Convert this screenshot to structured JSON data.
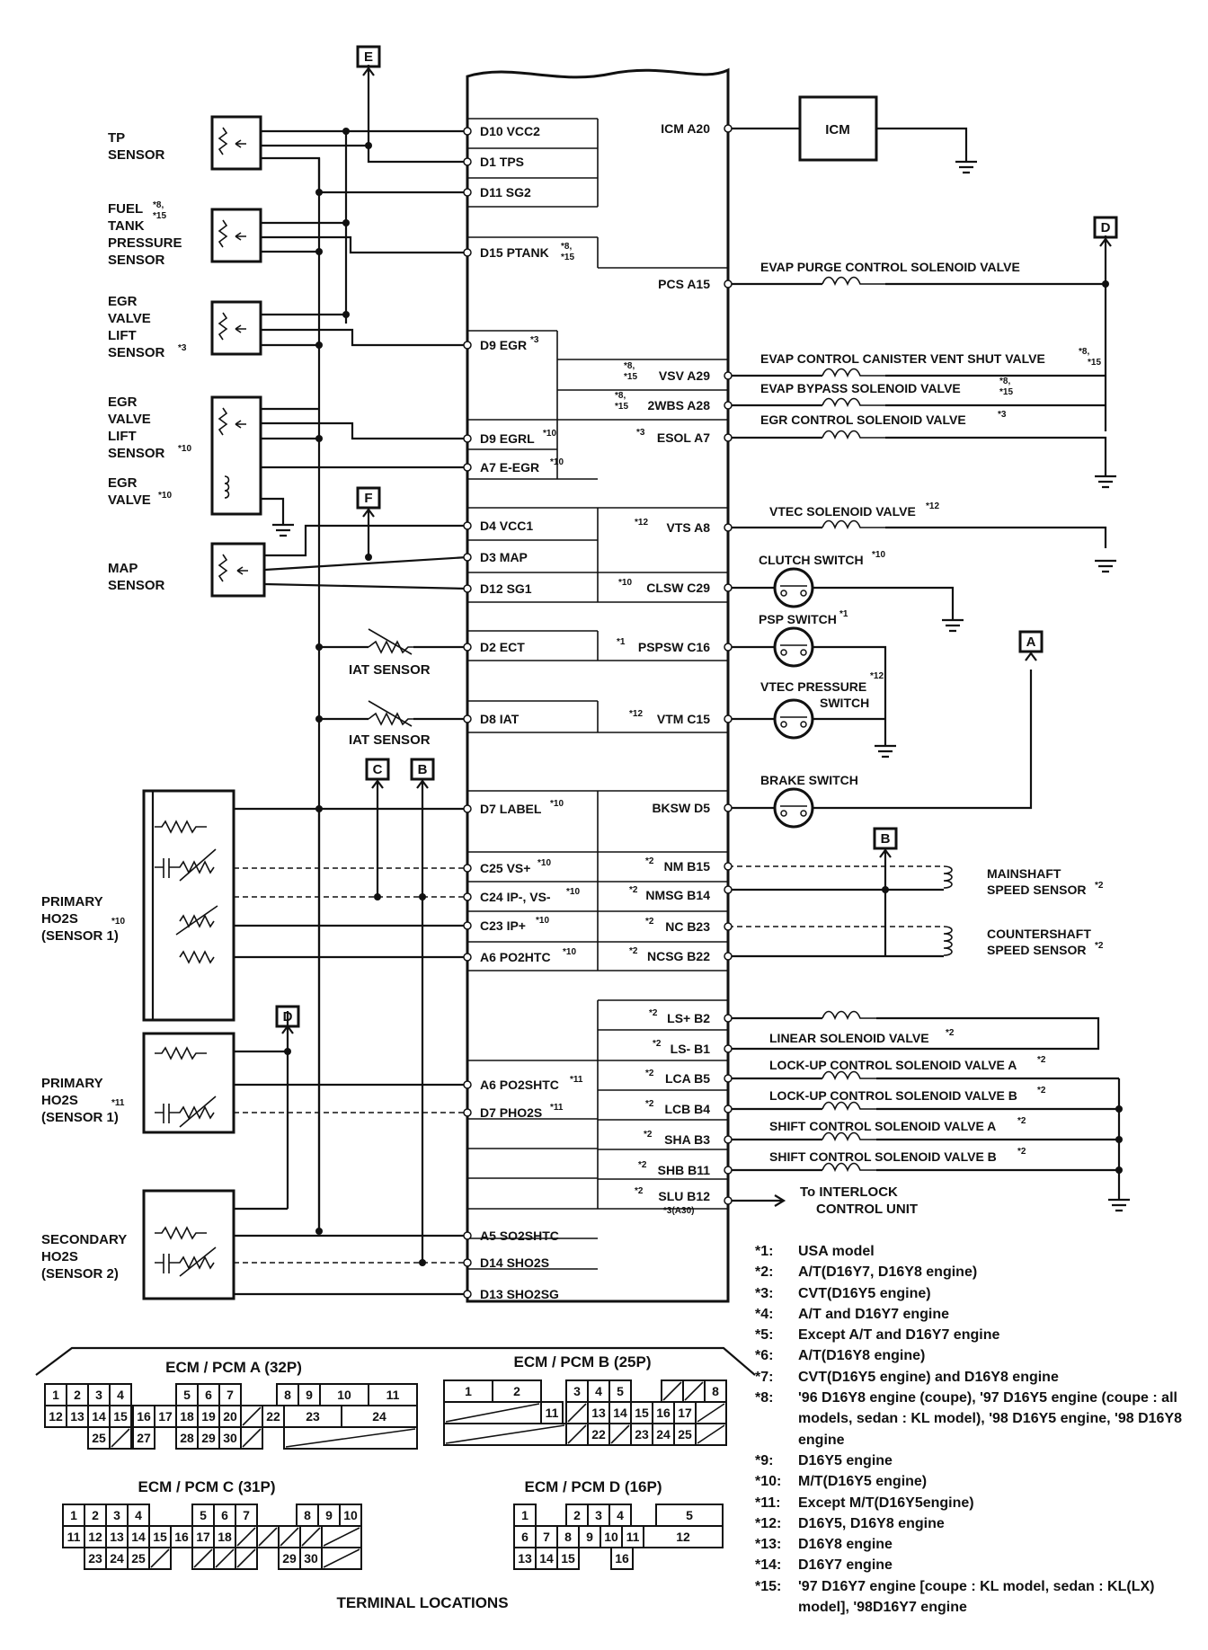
{
  "components": {
    "tp_sensor": [
      "TP",
      "SENSOR"
    ],
    "fuel_tank_sensor": [
      "FUEL",
      "TANK",
      "PRESSURE",
      "SENSOR"
    ],
    "fuel_tank_sensor_note": "*8,",
    "fuel_tank_sensor_note2": "*15",
    "egr_lift_sensor_3": [
      "EGR",
      "VALVE",
      "LIFT",
      "SENSOR"
    ],
    "egr_lift_sensor_3_note": "*3",
    "egr_lift_sensor_10": [
      "EGR",
      "VALVE",
      "LIFT",
      "SENSOR"
    ],
    "egr_lift_sensor_10_note": "*10",
    "egr_valve": [
      "EGR",
      "VALVE"
    ],
    "egr_valve_note": "*10",
    "map_sensor": [
      "MAP",
      "SENSOR"
    ],
    "iat_sensor_1": "IAT SENSOR",
    "iat_sensor_2": "IAT SENSOR",
    "primary_ho2s_10": [
      "PRIMARY",
      "HO2S",
      "(SENSOR 1)"
    ],
    "primary_ho2s_10_note": "*10",
    "primary_ho2s_11": [
      "PRIMARY",
      "HO2S",
      "(SENSOR 1)"
    ],
    "primary_ho2s_11_note": "*11",
    "secondary_ho2s": [
      "SECONDARY",
      "HO2S",
      "(SENSOR 2)"
    ],
    "icm": "ICM",
    "interlock": [
      "To INTERLOCK",
      "CONTROL UNIT"
    ]
  },
  "refs": {
    "E": "E",
    "F": "F",
    "D": "D",
    "A": "A",
    "B": "B",
    "C": "C"
  },
  "left_pins": [
    {
      "label": "D10 VCC2",
      "note": ""
    },
    {
      "label": "D1 TPS",
      "note": ""
    },
    {
      "label": "D11 SG2",
      "note": ""
    },
    {
      "label": "D15 PTANK",
      "note": "*8,",
      "note2": "*15"
    },
    {
      "label": "D9 EGR",
      "note": "*3"
    },
    {
      "label": "D9 EGRL",
      "note": "*10"
    },
    {
      "label": "A7 E-EGR",
      "note": "*10"
    },
    {
      "label": "D4 VCC1",
      "note": ""
    },
    {
      "label": "D3 MAP",
      "note": ""
    },
    {
      "label": "D12 SG1",
      "note": ""
    },
    {
      "label": "D2 ECT",
      "note": ""
    },
    {
      "label": "D8 IAT",
      "note": ""
    },
    {
      "label": "D7 LABEL",
      "note": "*10"
    },
    {
      "label": "C25 VS+",
      "note": "*10"
    },
    {
      "label": "C24 IP-, VS-",
      "note": "*10"
    },
    {
      "label": "C23 IP+",
      "note": "*10"
    },
    {
      "label": "A6 PO2HTC",
      "note": "*10"
    },
    {
      "label": "A6 PO2SHTC",
      "note": "*11"
    },
    {
      "label": "D7 PHO2S",
      "note": "*11"
    },
    {
      "label": "A5 SO2SHTC",
      "note": ""
    },
    {
      "label": "D14 SHO2S",
      "note": ""
    },
    {
      "label": "D13 SHO2SG",
      "note": ""
    }
  ],
  "right_pins": [
    {
      "label": "ICM A20",
      "note": ""
    },
    {
      "label": "PCS A15",
      "note": ""
    },
    {
      "label": "VSV A29",
      "note": "*8,",
      "note2": "*15"
    },
    {
      "label": "2WBS A28",
      "note": "*8,",
      "note2": "*15"
    },
    {
      "label": "ESOL A7",
      "note": "*3"
    },
    {
      "label": "VTS A8",
      "note": "*12"
    },
    {
      "label": "CLSW C29",
      "note": "*10"
    },
    {
      "label": "PSPSW C16",
      "note": "*1"
    },
    {
      "label": "VTM C15",
      "note": "*12"
    },
    {
      "label": "BKSW D5",
      "note": ""
    },
    {
      "label": "NM B15",
      "note": "*2"
    },
    {
      "label": "NMSG B14",
      "note": "*2"
    },
    {
      "label": "NC B23",
      "note": "*2"
    },
    {
      "label": "NCSG B22",
      "note": "*2"
    },
    {
      "label": "LS+ B2",
      "note": "*2"
    },
    {
      "label": "LS- B1",
      "note": "*2"
    },
    {
      "label": "LCA B5",
      "note": "*2"
    },
    {
      "label": "LCB B4",
      "note": "*2"
    },
    {
      "label": "SHA B3",
      "note": "*2"
    },
    {
      "label": "SHB B11",
      "note": "*2"
    },
    {
      "label": "SLU B12",
      "note": "*2",
      "note2": "*3(A30)"
    }
  ],
  "devices": [
    {
      "label": "EVAP PURGE CONTROL SOLENOID VALVE",
      "note": ""
    },
    {
      "label": "EVAP CONTROL CANISTER VENT SHUT VALVE",
      "note": "*8,",
      "note2": "*15"
    },
    {
      "label": "EVAP BYPASS SOLENOID VALVE",
      "note": "*8,",
      "note2": "*15"
    },
    {
      "label": "EGR CONTROL SOLENOID VALVE",
      "note": "*3"
    },
    {
      "label": "VTEC SOLENOID VALVE",
      "note": "*12"
    },
    {
      "label": "CLUTCH SWITCH",
      "note": "*10"
    },
    {
      "label": "PSP SWITCH",
      "note": "*1"
    },
    {
      "label": "VTEC PRESSURE",
      "label2": "SWITCH",
      "note": "*12"
    },
    {
      "label": "BRAKE SWITCH",
      "note": ""
    },
    {
      "label": "MAINSHAFT",
      "label2": "SPEED SENSOR",
      "note": "*2"
    },
    {
      "label": "COUNTERSHAFT",
      "label2": "SPEED SENSOR",
      "note": "*2"
    },
    {
      "label": "LINEAR SOLENOID VALVE",
      "note": "*2"
    },
    {
      "label": "LOCK-UP CONTROL SOLENOID VALVE A",
      "note": "*2"
    },
    {
      "label": "LOCK-UP CONTROL SOLENOID VALVE B",
      "note": "*2"
    },
    {
      "label": "SHIFT CONTROL SOLENOID VALVE A",
      "note": "*2"
    },
    {
      "label": "SHIFT CONTROL SOLENOID VALVE B",
      "note": "*2"
    }
  ],
  "connectors": {
    "a_title": "ECM / PCM A (32P)",
    "a_cells": [
      "1",
      "2",
      "3",
      "4",
      "5",
      "6",
      "7",
      "8",
      "9",
      "10",
      "11",
      "12",
      "13",
      "14",
      "15",
      "16",
      "17",
      "18",
      "19",
      "20",
      "22",
      "23",
      "24",
      "25",
      "27",
      "28",
      "29",
      "30"
    ],
    "b_title": "ECM / PCM B (25P)",
    "b_cells": [
      "1",
      "2",
      "3",
      "4",
      "5",
      "8",
      "11",
      "13",
      "14",
      "15",
      "16",
      "17",
      "22",
      "23",
      "24",
      "25"
    ],
    "c_title": "ECM / PCM C (31P)",
    "c_cells": [
      "1",
      "2",
      "3",
      "4",
      "5",
      "6",
      "7",
      "8",
      "9",
      "10",
      "11",
      "12",
      "13",
      "14",
      "15",
      "16",
      "17",
      "18",
      "23",
      "24",
      "25",
      "29",
      "30"
    ],
    "d_title": "ECM / PCM D (16P)",
    "d_cells": [
      "1",
      "2",
      "3",
      "4",
      "5",
      "6",
      "7",
      "8",
      "9",
      "10",
      "11",
      "12",
      "13",
      "14",
      "15",
      "16"
    ],
    "caption": "TERMINAL LOCATIONS"
  },
  "notes": [
    {
      "mark": "*1:",
      "text": "USA model"
    },
    {
      "mark": "*2:",
      "text": "A/T(D16Y7, D16Y8 engine)"
    },
    {
      "mark": "*3:",
      "text": "CVT(D16Y5 engine)"
    },
    {
      "mark": "*4:",
      "text": "A/T and D16Y7 engine"
    },
    {
      "mark": "*5:",
      "text": "Except A/T and D16Y7 engine"
    },
    {
      "mark": "*6:",
      "text": "A/T(D16Y8 engine)"
    },
    {
      "mark": "*7:",
      "text": "CVT(D16Y5 engine) and D16Y8 engine"
    },
    {
      "mark": "*8:",
      "text": "'96 D16Y8 engine (coupe), '97 D16Y5 engine (coupe : all models, sedan : KL model), '98 D16Y5 engine, '98 D16Y8 engine"
    },
    {
      "mark": "*9:",
      "text": "D16Y5 engine"
    },
    {
      "mark": "*10:",
      "text": "M/T(D16Y5 engine)"
    },
    {
      "mark": "*11:",
      "text": "Except M/T(D16Y5engine)"
    },
    {
      "mark": "*12:",
      "text": "D16Y5, D16Y8 engine"
    },
    {
      "mark": "*13:",
      "text": "D16Y8 engine"
    },
    {
      "mark": "*14:",
      "text": "D16Y7 engine"
    },
    {
      "mark": "*15:",
      "text": "'97 D16Y7 engine [coupe : KL model, sedan : KL(LX) model], '98D16Y7 engine"
    }
  ]
}
